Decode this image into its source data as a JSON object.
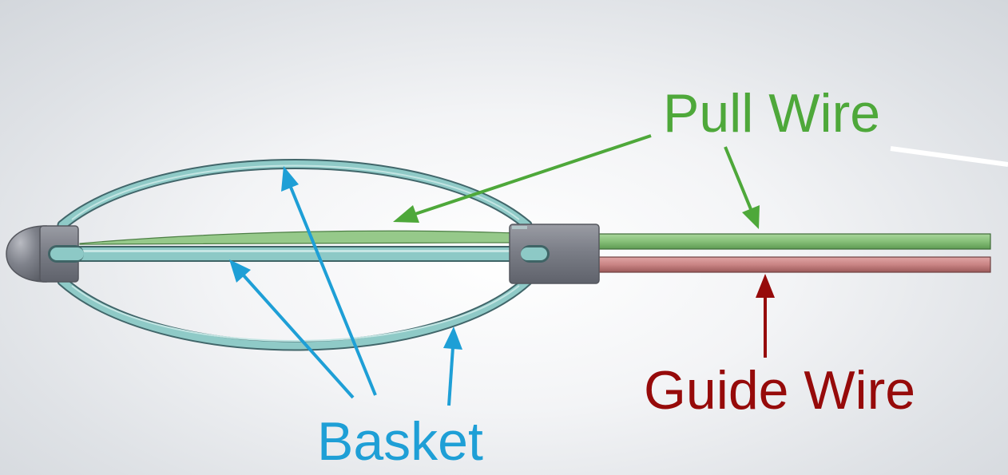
{
  "labels": {
    "pull_wire": "Pull Wire",
    "guide_wire": "Guide Wire",
    "basket": "Basket"
  },
  "colors": {
    "pull_wire_label": "#4ea83a",
    "guide_wire_label": "#960a0a",
    "basket_label": "#1e9fd6",
    "basket_wire": "#8cc7c4",
    "pull_wire": "#8dc47f",
    "guide_wire": "#cf8a8a",
    "hub": "#7d8089"
  }
}
